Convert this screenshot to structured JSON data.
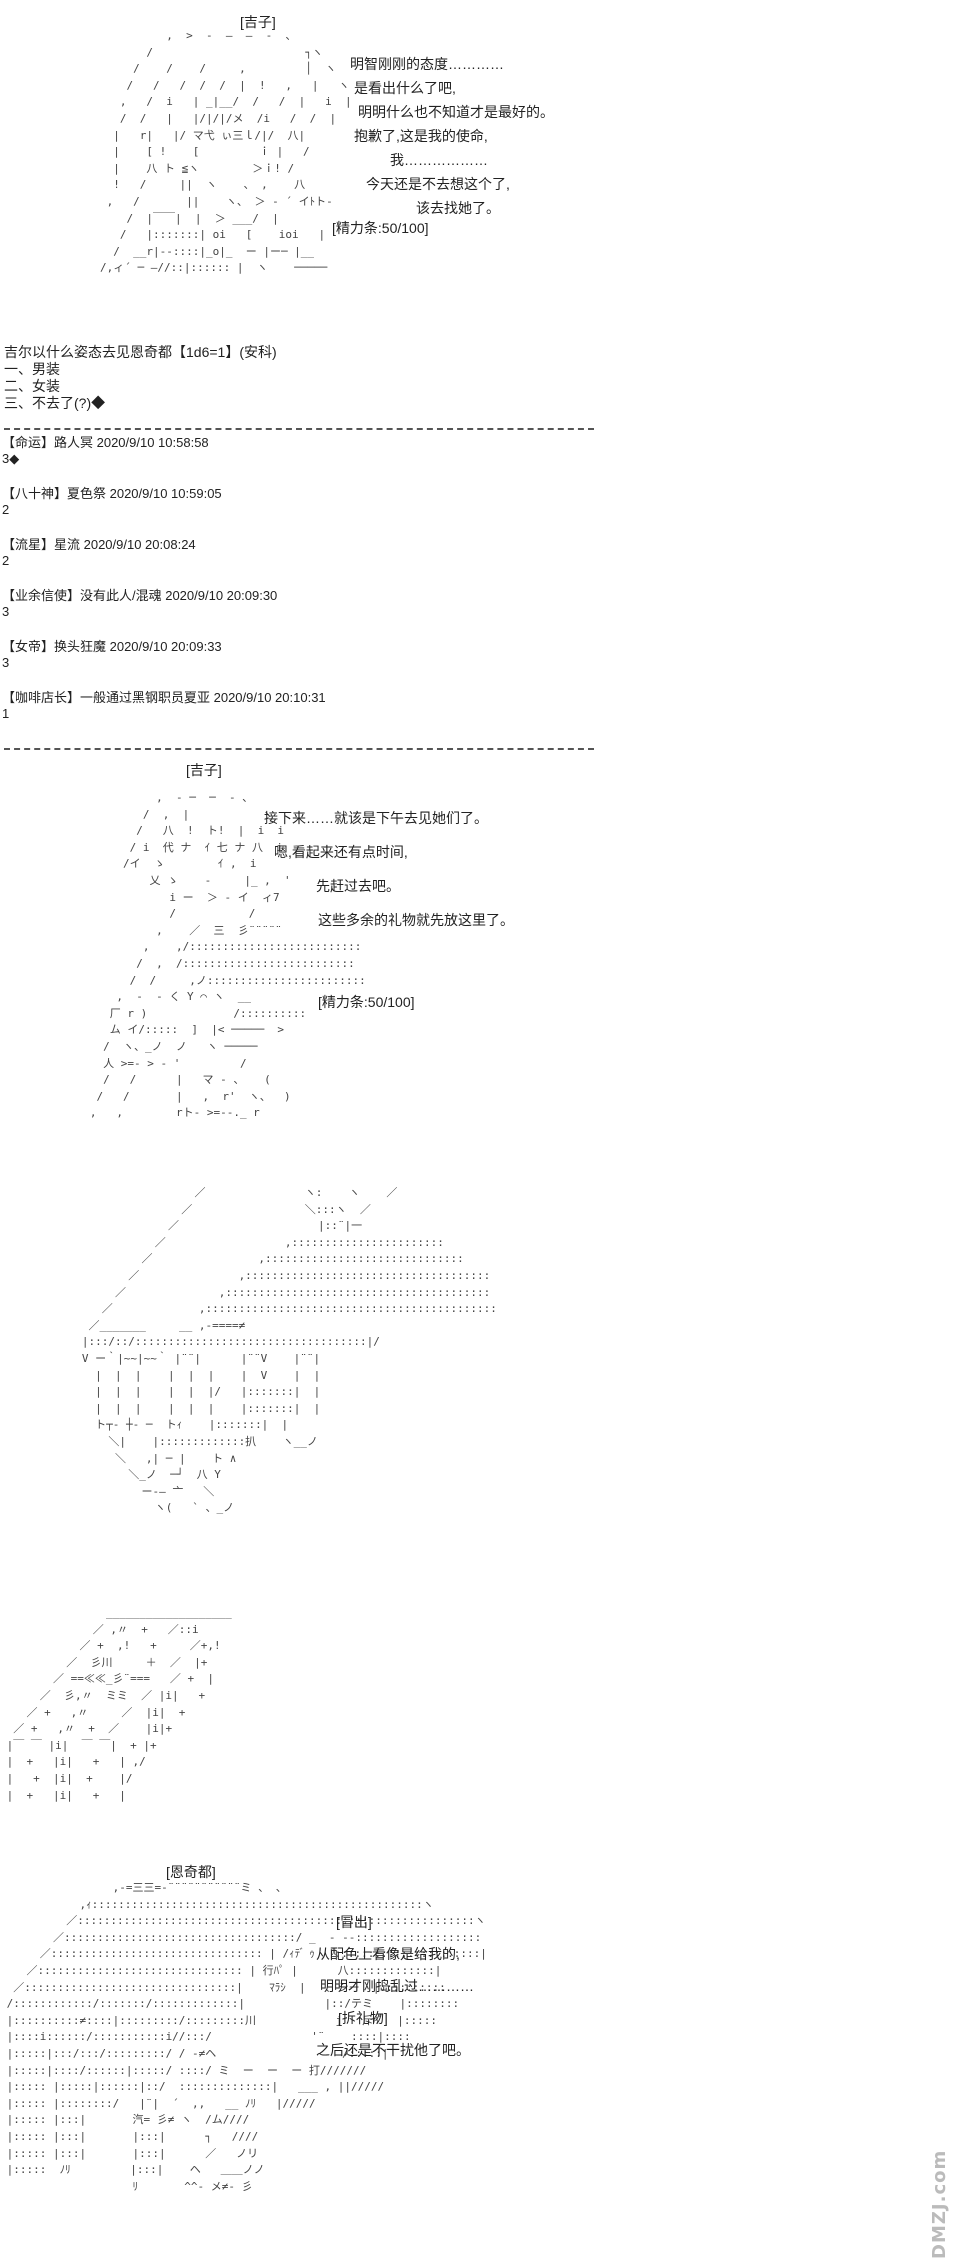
{
  "panel1": {
    "speaker": "[吉子]",
    "lines": [
      "明智刚刚的态度…………",
      "是看出什么了吧,",
      "明明什么也不知道才是最好的。",
      "抱歉了,这是我的使命,",
      "我………………",
      "今天还是不去想这个了,",
      "该去找她了。",
      "[精力条:50/100]"
    ]
  },
  "choice": {
    "question": "吉尔以什么姿态去见恩奇都【1d6=1】(安科)",
    "options": [
      "一、男装",
      "二、女装",
      "三、不去了(?)◆"
    ]
  },
  "posts": [
    {
      "header": "【命运】路人冥 2020/9/10 10:58:58",
      "body": "3◆"
    },
    {
      "header": "【八十神】夏色祭 2020/9/10 10:59:05",
      "body": "2"
    },
    {
      "header": "【流星】星流 2020/9/10 20:08:24",
      "body": "2"
    },
    {
      "header": "【业余信使】没有此人/混魂 2020/9/10 20:09:30",
      "body": "3"
    },
    {
      "header": "【女帝】换头狂魔 2020/9/10 20:09:33",
      "body": "3"
    },
    {
      "header": "【咖啡店长】一般通过黑钢职员夏亚 2020/9/10 20:10:31",
      "body": "1"
    }
  ],
  "panel2": {
    "speaker": "[吉子]",
    "lines": [
      "接下来……就该是下午去见她们了。",
      "嗯,看起来还有点时间,",
      "先赶过去吧。",
      "这些多余的礼物就先放这里了。",
      "",
      "",
      "[精力条:50/100]"
    ]
  },
  "panel5": {
    "speaker": "[恩奇都]",
    "lines": [
      "[冒出]",
      "从配色上看像是给我的,",
      "明明才刚捣乱过…………",
      "[拆礼物]",
      "之后还是不干扰他了吧。"
    ]
  },
  "watermark": "DMZJ.com"
}
